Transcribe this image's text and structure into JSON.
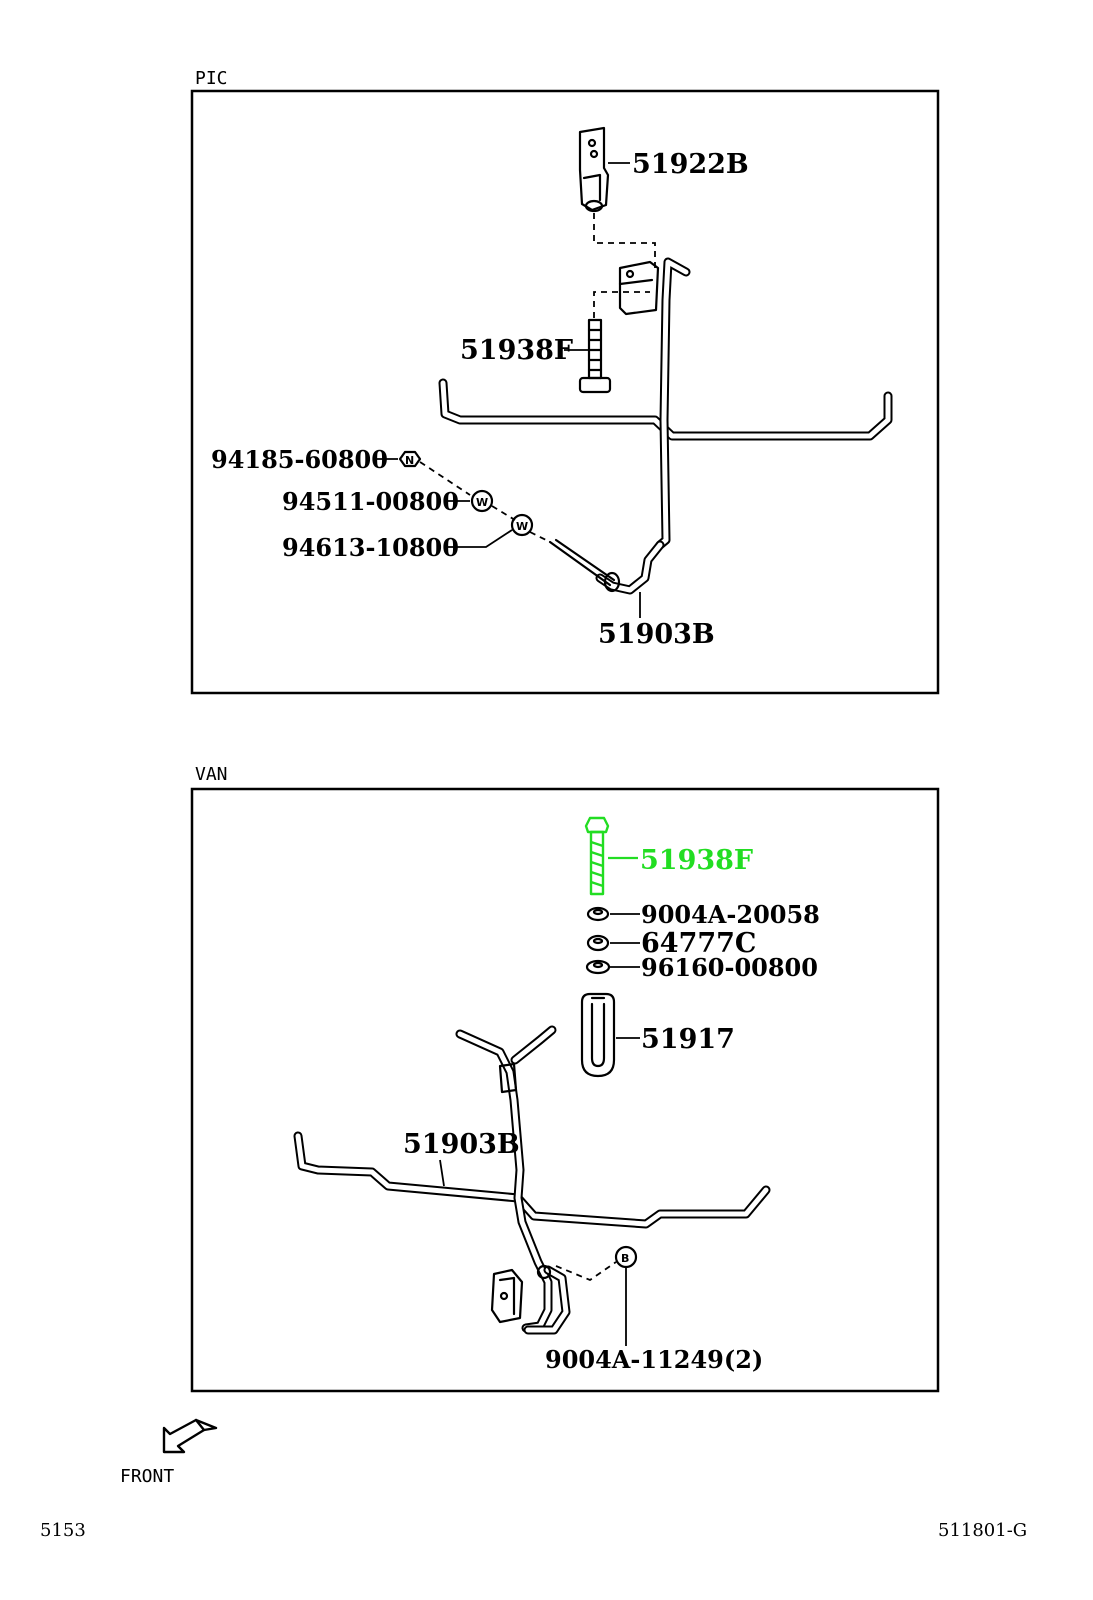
{
  "sections": {
    "pic": {
      "title": "PIC"
    },
    "van": {
      "title": "VAN"
    }
  },
  "pic_parts": {
    "p51922b": "51922B",
    "p51938f": "51938F",
    "p94185": "94185-60800",
    "p94511": "94511-00800",
    "p94613": "94613-10800",
    "p51903b": "51903B",
    "nut_letter": "N",
    "washer_letter": "W"
  },
  "van_parts": {
    "p51938f": "51938F",
    "p9004a20058": "9004A-20058",
    "p64777c": "64777C",
    "p96160": "96160-00800",
    "p51917": "51917",
    "p51903b": "51903B",
    "p9004a11249": "9004A-11249(2)",
    "bolt_letter": "B"
  },
  "highlight_color": "#22dd22",
  "front_label": "FRONT",
  "footer": {
    "left_code": "5153",
    "right_code": "511801-G"
  }
}
